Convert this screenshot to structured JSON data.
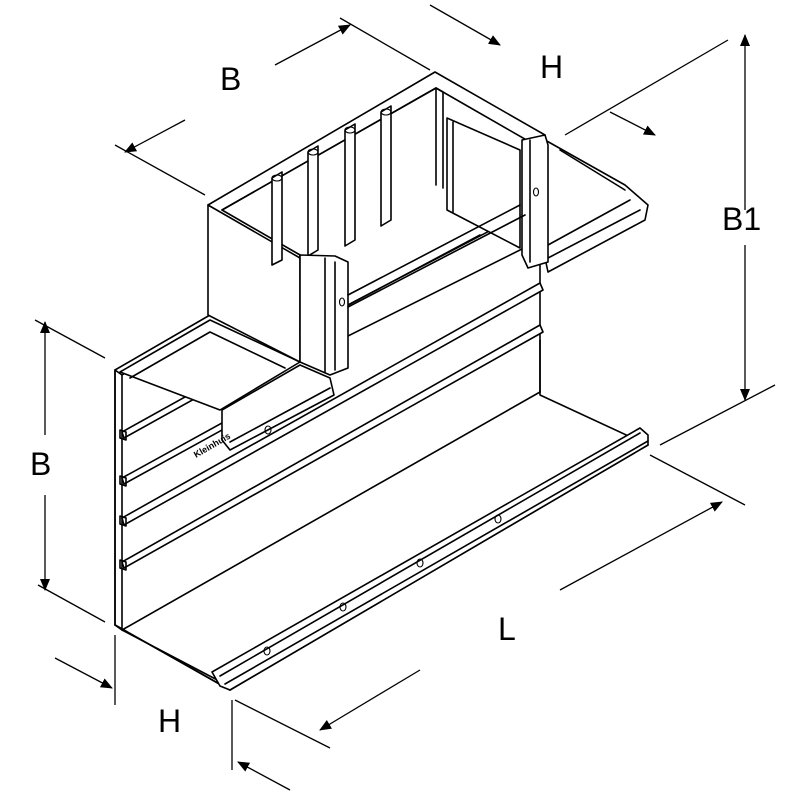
{
  "drawing": {
    "brand_mark": "Kleinhuis",
    "dimensions": {
      "top_width": "B",
      "top_height": "H",
      "total_height": "B1",
      "left_width": "B",
      "length": "L",
      "bottom_height": "H"
    }
  }
}
